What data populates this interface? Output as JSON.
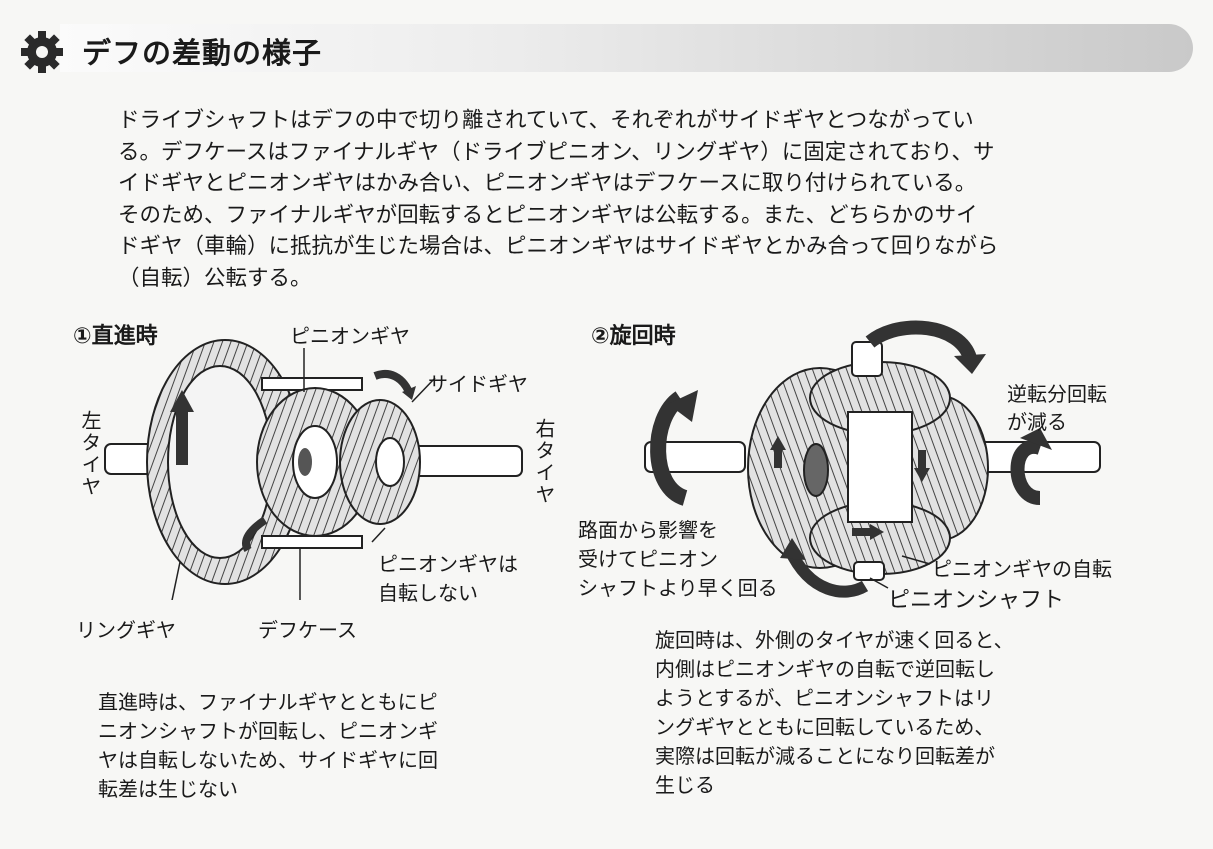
{
  "header": {
    "title": "デフの差動の様子",
    "icon": "gear-icon"
  },
  "intro_lines": [
    "ドライブシャフトはデフの中で切り離されていて、それぞれがサイドギヤとつながってい",
    "る。デフケースはファイナルギヤ（ドライブピニオン、リングギヤ）に固定されており、サ",
    "イドギヤとピニオンギヤはかみ合い、ピニオンギヤはデフケースに取り付けられている。",
    "そのため、ファイナルギヤが回転するとピニオンギヤは公転する。また、どちらかのサイ",
    "ドギヤ（車輪）に抵抗が生じた場合は、ピニオンギヤはサイドギヤとかみ合って回りながら",
    "（自転）公転する。"
  ],
  "fig1": {
    "heading": "①直進時",
    "pinion_gear": "ピニオンギヤ",
    "side_gear": "サイドギヤ",
    "left_tire": "左タイヤ",
    "right_tire": "右タイヤ",
    "pinion_no_rotation_1": "ピニオンギヤは",
    "pinion_no_rotation_2": "自転しない",
    "ring_gear": "リングギヤ",
    "diff_case": "デフケース",
    "caption_lines": [
      "直進時は、ファイナルギヤとともにピ",
      "ニオンシャフトが回転し、ピニオンギ",
      "ヤは自転しないため、サイドギヤに回",
      "転差は生じない"
    ]
  },
  "fig2": {
    "heading": "②旋回時",
    "reverse_1": "逆転分回転",
    "reverse_2": "が減る",
    "road_1": "路面から影響を",
    "road_2": "受けてピニオン",
    "road_3": "シャフトより早く回る",
    "pinion_self_rotation": "ピニオンギヤの自転",
    "pinion_shaft": "ピニオンシャフト",
    "caption_lines": [
      "旋回時は、外側のタイヤが速く回ると、",
      "内側はピニオンギヤの自転で逆回転し",
      "ようとするが、ピニオンシャフトはリ",
      "ングギヤとともに回転しているため、",
      "実際は回転が減ることになり回転差が",
      "生じる"
    ]
  }
}
